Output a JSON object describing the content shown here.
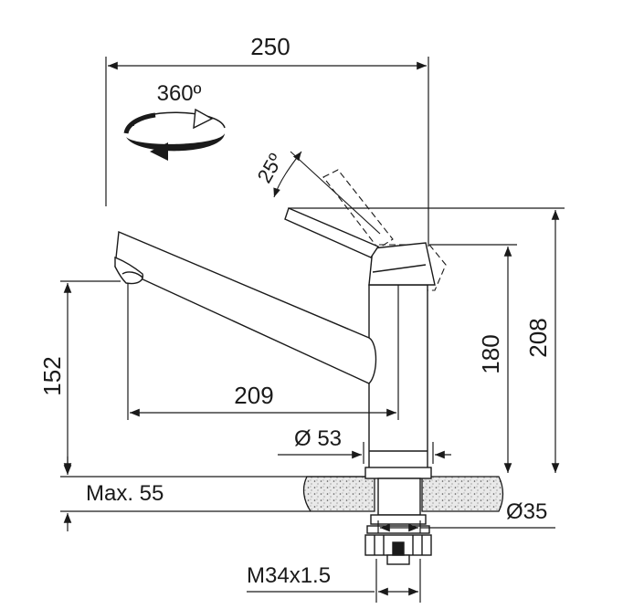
{
  "diagram": {
    "dimensions": {
      "width_total": "250",
      "rotation": "360º",
      "lever_angle": "25º",
      "spout_height": "152",
      "spout_reach": "209",
      "body_height": "180",
      "total_height": "208",
      "body_diameter": "Ø 53",
      "max_thickness": "Max. 55",
      "hole_diameter": "Ø35",
      "thread": "M34x1.5"
    },
    "colors": {
      "line": "#1a1a1a",
      "fill": "#ffffff",
      "countertop": "#e6e6e6"
    }
  }
}
